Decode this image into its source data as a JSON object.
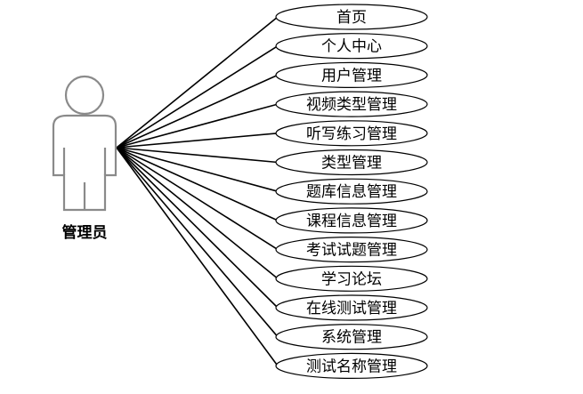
{
  "actor": {
    "label": "管理员"
  },
  "use_cases": [
    "首页",
    "个人中心",
    "用户管理",
    "视频类型管理",
    "听写练习管理",
    "类型管理",
    "题库信息管理",
    "课程信息管理",
    "考试试题管理",
    "学习论坛",
    "在线测试管理",
    "系统管理",
    "测试名称管理"
  ],
  "colors": {
    "stroke": "#000000",
    "actor_stroke": "#8a8a8a",
    "background": "#ffffff"
  }
}
